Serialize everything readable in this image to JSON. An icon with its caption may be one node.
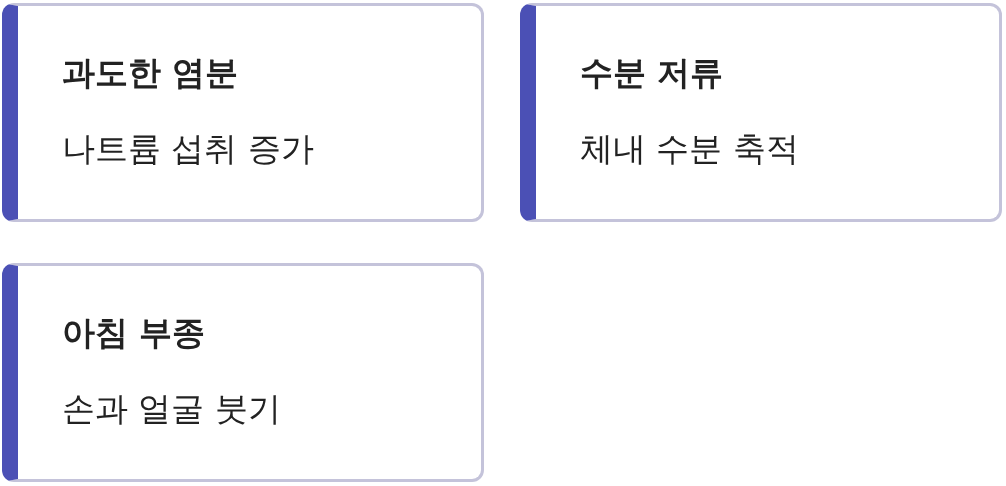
{
  "diagram": {
    "nodes": [
      {
        "text": [
          "과도한 염분",
          "나트륨 섭취 증가"
        ]
      },
      {
        "text": [
          "수분 저류",
          "체내 수분 축적"
        ]
      },
      {
        "text": [
          "아침 부종",
          "손과 얼굴 붓기"
        ]
      }
    ]
  }
}
